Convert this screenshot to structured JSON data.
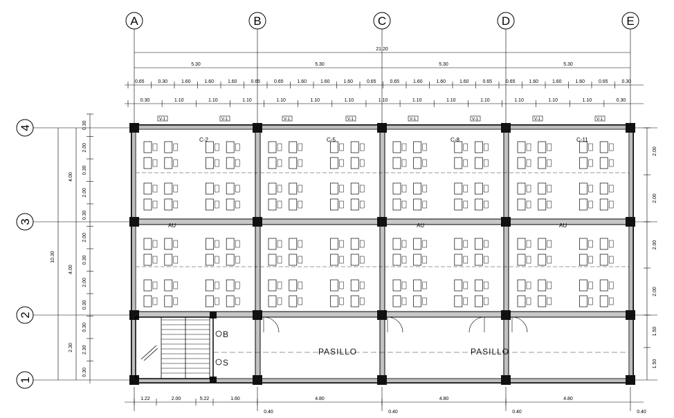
{
  "grid": {
    "columns": [
      "A",
      "B",
      "C",
      "D",
      "E"
    ],
    "rows": [
      "4",
      "3",
      "2",
      "1"
    ]
  },
  "dimensions": {
    "overall_width": "21.20",
    "bay_widths": [
      "5.30",
      "5.30",
      "5.30",
      "5.30"
    ],
    "top_chain_a": [
      "0.65",
      "0.30",
      "1.60",
      "1.60",
      "1.60",
      "0.65",
      "0.65",
      "1.60",
      "1.60",
      "1.60",
      "0.65",
      "0.65",
      "1.60",
      "1.60",
      "1.60",
      "0.65",
      "0.65",
      "1.60",
      "1.60",
      "1.60",
      "0.65",
      "0.30"
    ],
    "top_chain_b": [
      "0.30",
      "1.10",
      "1.10",
      "1.10",
      "1.10",
      "1.10",
      "1.10",
      "1.10",
      "1.10",
      "1.10",
      "1.10",
      "1.10",
      "1.10",
      "1.10",
      "0.30"
    ],
    "left_overall": "10.30",
    "left_groups": [
      "4.00",
      "4.00",
      "2.30"
    ],
    "left_details": [
      "0.30",
      "2.00",
      "0.30",
      "2.00",
      "0.30",
      "2.00",
      "0.30",
      "2.00",
      "0.30",
      "0.30",
      "2.30",
      "0.30"
    ],
    "right_details": [
      "2.00",
      "2.00",
      "2.00",
      "2.00",
      "1.50",
      "1.50"
    ],
    "bottom_chain": [
      "1.22",
      "2.00",
      "5.22",
      "1.60",
      "4.80",
      "4.80",
      "4.80"
    ],
    "bottom_offsets": [
      "0.40",
      "0.40",
      "0.40",
      "0.40"
    ]
  },
  "labels": {
    "corridor_left": "PASILLO",
    "corridor_right": "PASILLO",
    "stair_b": "B",
    "stair_s": "S",
    "room_codes": [
      "C-2",
      "C-5",
      "C-8",
      "C-11"
    ],
    "window": "V-1",
    "aux": [
      "AU",
      "AU",
      "AU"
    ]
  }
}
